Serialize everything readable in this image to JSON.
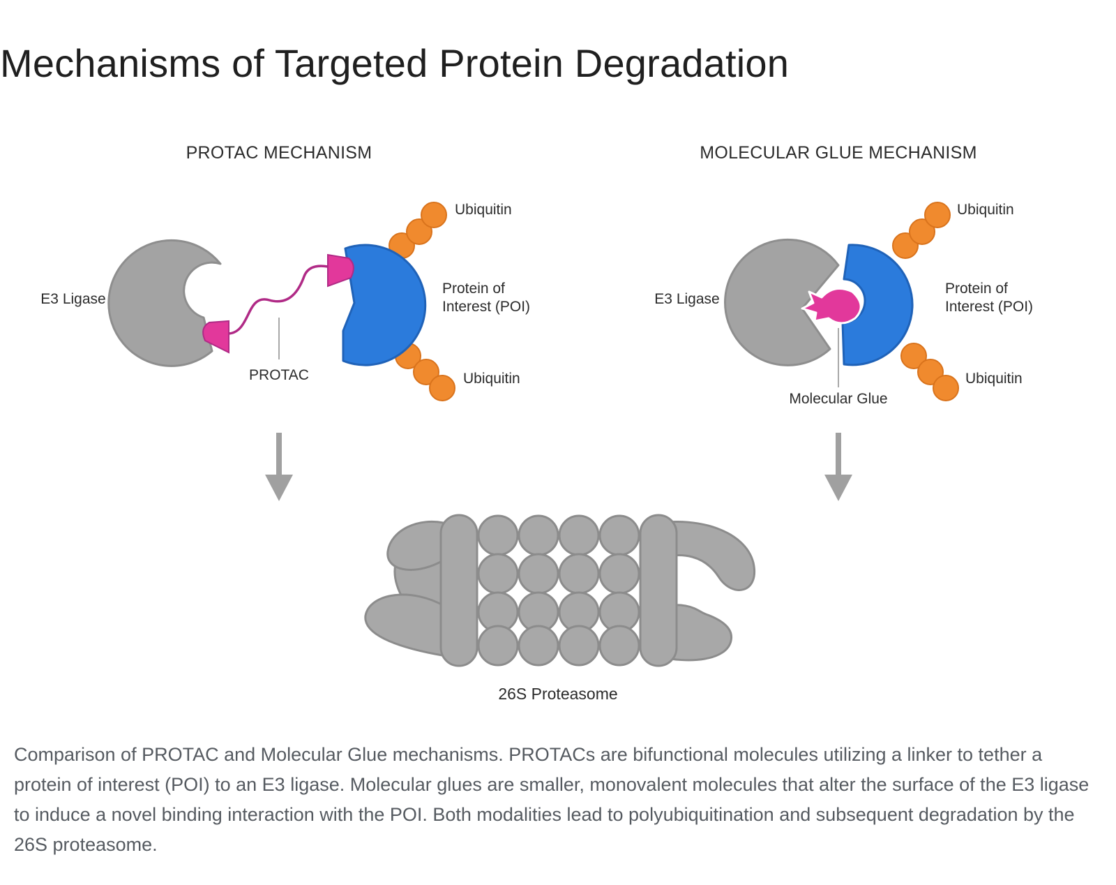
{
  "title": "Mechanisms of Targeted Protein Degradation",
  "figure": {
    "protac": {
      "heading": "PROTAC MECHANISM",
      "e3_label": "E3 Ligase",
      "linker_label": "PROTAC",
      "poi_label_line1": "Protein of",
      "poi_label_line2": "Interest (POI)",
      "ubiquitin_top": "Ubiquitin",
      "ubiquitin_bottom": "Ubiquitin"
    },
    "glue": {
      "heading": "MOLECULAR GLUE MECHANISM",
      "e3_label": "E3 Ligase",
      "glue_label": "Molecular Glue",
      "poi_label_line1": "Protein of",
      "poi_label_line2": "Interest (POI)",
      "ubiquitin_top": "Ubiquitin",
      "ubiquitin_bottom": "Ubiquitin"
    },
    "proteasome_label": "26S Proteasome",
    "colors": {
      "e3_ligase": "#a3a3a3",
      "poi": "#2b7bdc",
      "ligand": "#e2389b",
      "linker": "#b02a86",
      "ubiquitin": "#f08a2e",
      "arrow": "#a0a0a0"
    }
  },
  "caption": "Comparison of PROTAC and Molecular Glue mechanisms. PROTACs are bifunctional molecules utilizing a linker to tether a protein of interest (POI) to an E3 ligase. Molecular glues are smaller, monovalent molecules that alter the surface of the E3 ligase to induce a novel binding interaction with the POI. Both modalities lead to polyubiquitination and subsequent degradation by the 26S proteasome."
}
